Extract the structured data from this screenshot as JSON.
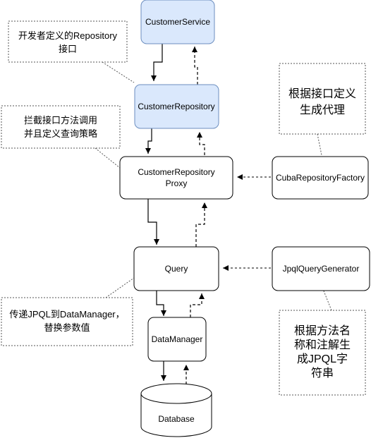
{
  "nodes": {
    "customer_service": "CustomerService",
    "customer_repository": "CustomerRepository",
    "customer_repository_proxy_line1": "CustomerRepository",
    "customer_repository_proxy_line2": "Proxy",
    "query": "Query",
    "data_manager": "DataManager",
    "database": "Database",
    "cuba_repository_factory": "CubaRepositoryFactory",
    "jpql_query_generator": "JpqlQueryGenerator"
  },
  "notes": {
    "developer_repository": [
      "开发者定义的Repository",
      "接口"
    ],
    "intercept_methods": [
      "拦截接口方法调用",
      "并且定义查询策略"
    ],
    "generate_proxy": [
      "根据接口定义",
      "生成代理"
    ],
    "pass_jpql": [
      "传递JPQL到DataManager，",
      "替换参数值"
    ],
    "generate_jpql": [
      "根据方法名",
      "称和注解生",
      "成JPQL字",
      "符串"
    ]
  },
  "colors": {
    "highlight_fill": "#dae8fc",
    "highlight_stroke": "#6c8ebf",
    "default_stroke": "#000000",
    "note_stroke": "#555555"
  }
}
